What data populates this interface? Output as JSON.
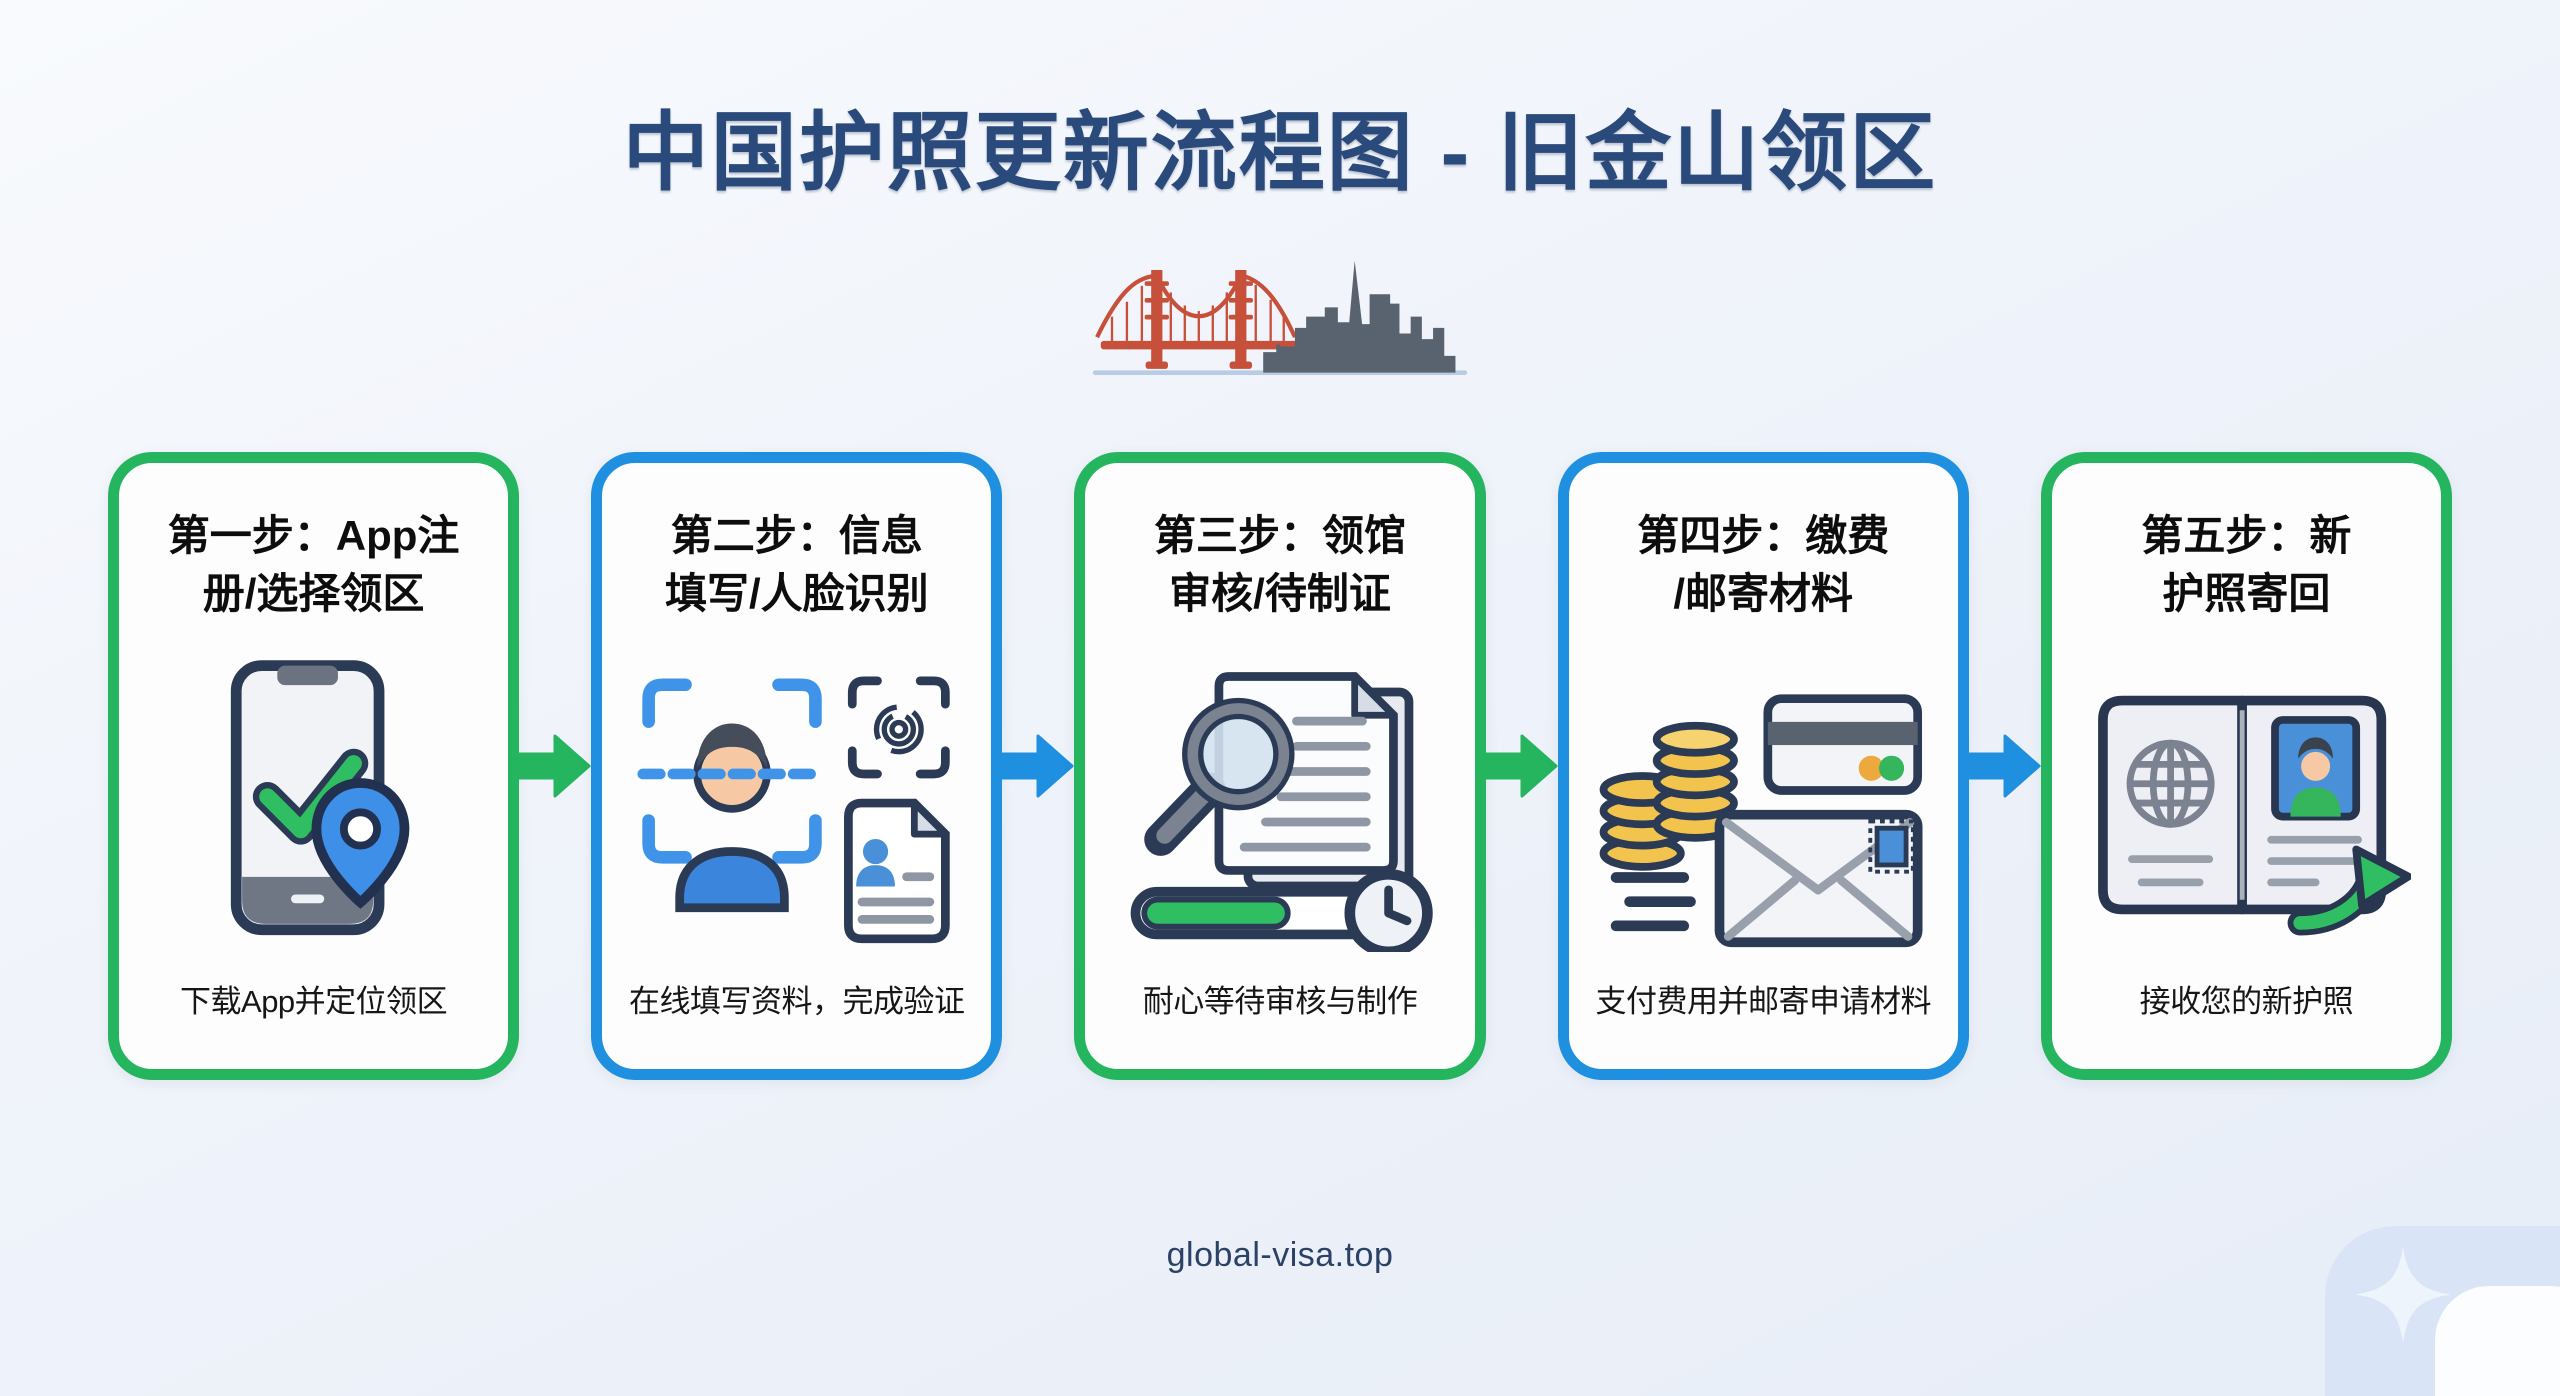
{
  "title": "中国护照更新流程图 - 旧金山领区",
  "illustration": {
    "name": "golden-gate-bridge-and-sf-skyline"
  },
  "colors": {
    "green": "#24b55e",
    "blue": "#1f8fe0",
    "title_navy": "#2a4a7c",
    "footer_navy": "#2c4166",
    "bridge_red": "#c6503a",
    "skyline_gray": "#59626f",
    "card_text": "#0d0d0d"
  },
  "steps": [
    {
      "title": "第一步：App注\n册/选择领区",
      "caption": "下载App并定位领区",
      "accent": "green",
      "icon": "phone-check-location-icon"
    },
    {
      "title": "第二步：信息\n填写/人脸识别",
      "caption": "在线填写资料，完成验证",
      "accent": "blue",
      "icon": "face-scan-fingerprint-id-icon"
    },
    {
      "title": "第三步：领馆\n审核/待制证",
      "caption": "耐心等待审核与制作",
      "accent": "green",
      "icon": "document-review-progress-clock-icon"
    },
    {
      "title": "第四步：缴费\n/邮寄材料",
      "caption": "支付费用并邮寄申请材料",
      "accent": "blue",
      "icon": "coins-card-envelope-icon"
    },
    {
      "title": "第五步：新\n护照寄回",
      "caption": "接收您的新护照",
      "accent": "green",
      "icon": "passport-return-arrow-icon"
    }
  ],
  "arrows": [
    {
      "color": "green"
    },
    {
      "color": "blue"
    },
    {
      "color": "green"
    },
    {
      "color": "blue"
    }
  ],
  "footer": {
    "url": "global-visa.top"
  },
  "corner": {
    "icon": "sparkle-icon"
  }
}
